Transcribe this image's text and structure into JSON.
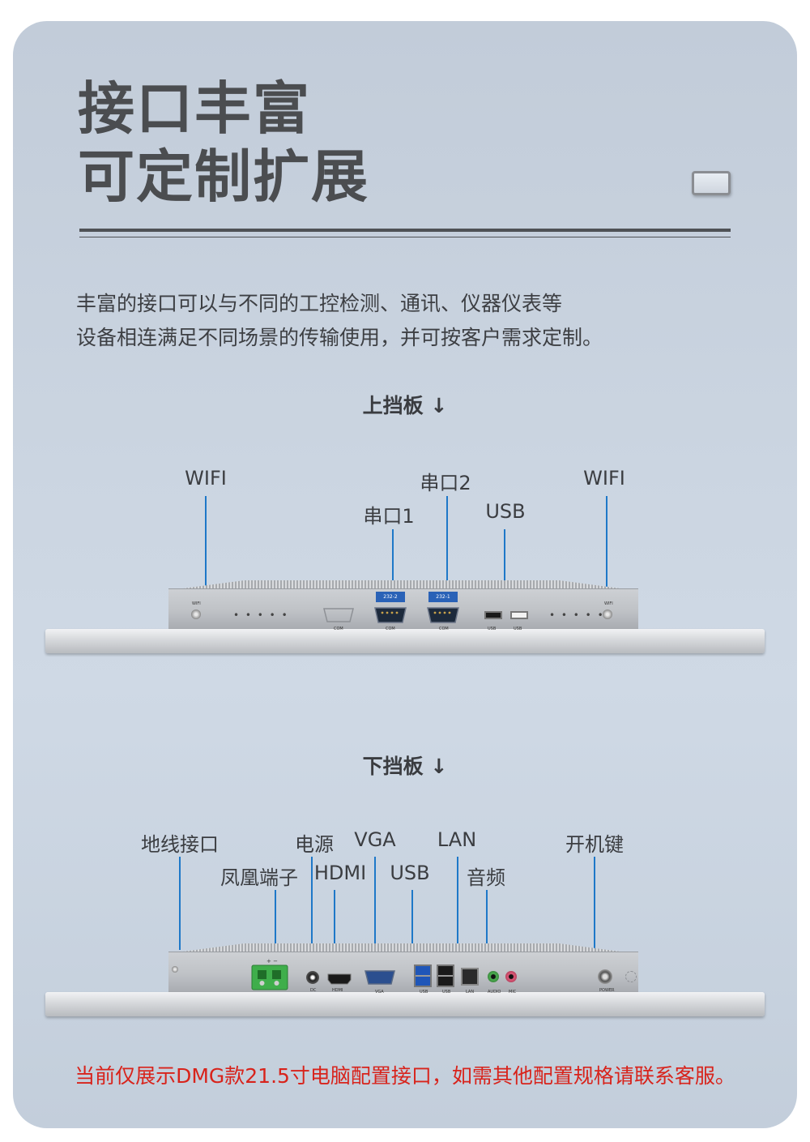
{
  "hero": {
    "line1": "接口丰富",
    "line2": "可定制扩展"
  },
  "description": {
    "line1": "丰富的接口可以与不同的工控检测、通讯、仪器仪表等",
    "line2": "设备相连满足不同场景的传输使用，并可按客户需求定制。"
  },
  "top_panel": {
    "heading": "上挡板 ↓",
    "labels": {
      "wifi_left": "WIFI",
      "serial2": "串口2",
      "wifi_right": "WIFI",
      "serial1": "串口1",
      "usb": "USB"
    },
    "port_marks": {
      "wifi": "WIFI",
      "com": "COM",
      "com_tag_left": "232-2",
      "com_tag_right": "232-1",
      "usb": "USB"
    }
  },
  "bottom_panel": {
    "heading": "下挡板 ↓",
    "labels": {
      "ground": "地线接口",
      "power": "电源",
      "vga": "VGA",
      "lan": "LAN",
      "power_button": "开机键",
      "phoenix": "凤凰端子",
      "hdmi": "HDMI",
      "usb": "USB",
      "audio": "音频"
    },
    "port_marks": {
      "dc": "DC",
      "hdmi": "HDMI",
      "vga": "VGA",
      "usb": "USB",
      "lan": "LAN",
      "audio": "AUDIO",
      "mic": "MIC",
      "power": "POWER",
      "polarity": "+ −"
    }
  },
  "footnote": "当前仅展示DMG款21.5寸电脑配置接口，如需其他配置规格请联系客服。",
  "colors": {
    "leader_line": "#1e78c8",
    "footnote": "#d8231b",
    "title": "#4b4d50"
  }
}
